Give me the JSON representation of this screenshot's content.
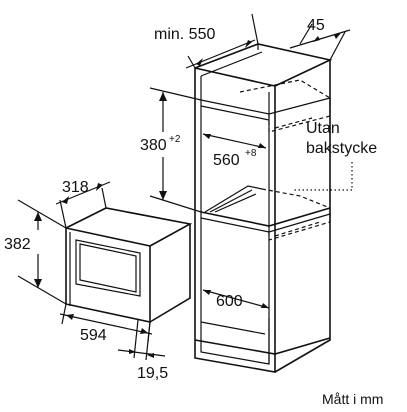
{
  "diagram": {
    "dimensions": {
      "min_width_label": "min. 550",
      "depth_gap_label": "45",
      "niche_height_value": "380",
      "niche_height_tol": "+2",
      "niche_width_value": "560",
      "niche_width_tol": "+8",
      "depth_label": "600",
      "oven_depth_label": "318",
      "oven_height_label": "382",
      "oven_width_label": "594",
      "panel_thickness_label": "19,5"
    },
    "note": {
      "line1": "Utan",
      "line2": "bakstycke"
    },
    "unit_label": "Mått i mm"
  }
}
